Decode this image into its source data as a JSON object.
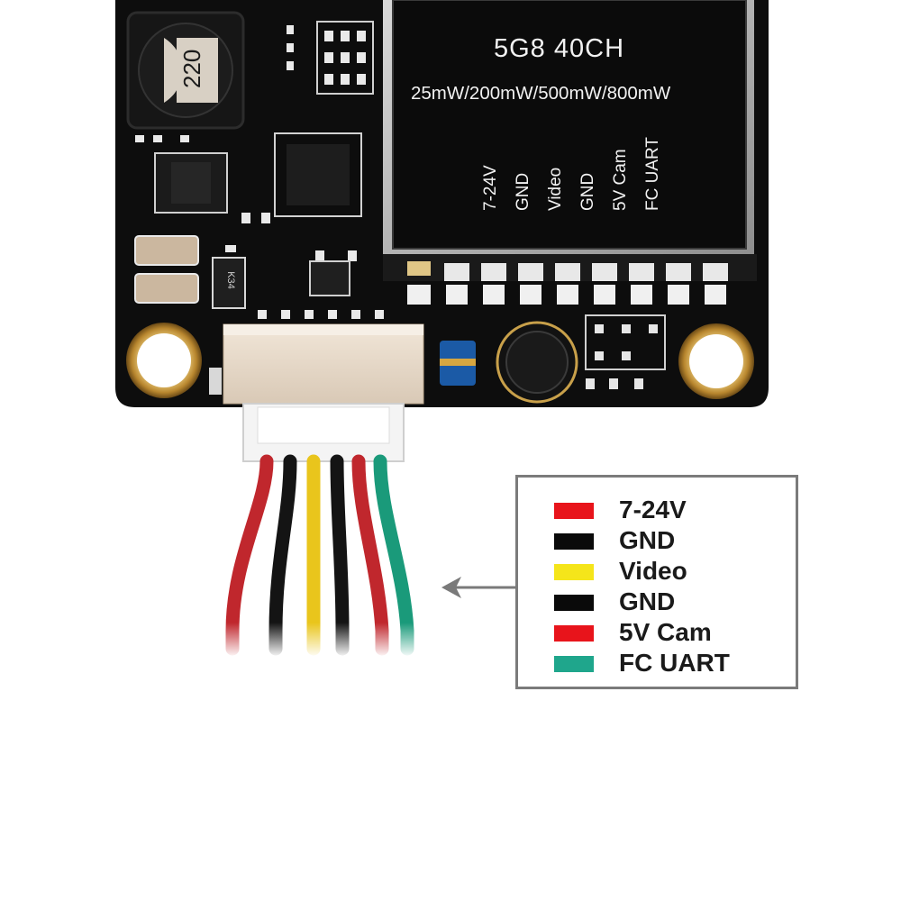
{
  "board": {
    "inductor_code": "220",
    "diode_marking": "K34",
    "shield_title": "5G8  40CH",
    "shield_power": "25mW/200mW/500mW/800mW",
    "pin_labels": [
      "7-24V",
      "GND",
      "Video",
      "GND",
      "5V Cam",
      "FC UART"
    ]
  },
  "legend": {
    "items": [
      {
        "label": "7-24V",
        "color": "#e8141b"
      },
      {
        "label": "GND",
        "color": "#0a0a0a"
      },
      {
        "label": "Video",
        "color": "#f5e51a"
      },
      {
        "label": "GND",
        "color": "#0a0a0a"
      },
      {
        "label": "5V Cam",
        "color": "#e8141b"
      },
      {
        "label": "FC UART",
        "color": "#1fa68c"
      }
    ]
  },
  "wire_colors": [
    "#c0272d",
    "#141414",
    "#e9c51c",
    "#141414",
    "#c0272d",
    "#1a9a7a"
  ],
  "colors": {
    "pcb": "#0d0d0d",
    "gold": "#c8a04a",
    "shield": "#0b0b0b",
    "connector": "#e9ddcf",
    "arrow": "#7a7a7a"
  }
}
